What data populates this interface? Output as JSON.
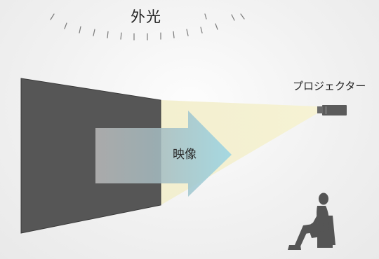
{
  "labels": {
    "external_light": "外光",
    "projector": "プロジェクター",
    "image": "映像"
  },
  "colors": {
    "screen": "#565656",
    "beam": "#f3efc9",
    "arrow_start": "#a9a9a9",
    "arrow_end": "#9fd3de",
    "light_rays": "#7a7a7a",
    "projector": "#5a5a5a",
    "person": "#555555"
  },
  "icons": {
    "projector": "projector-icon",
    "person": "seated-person-icon",
    "light_rays": "light-rays-icon"
  }
}
